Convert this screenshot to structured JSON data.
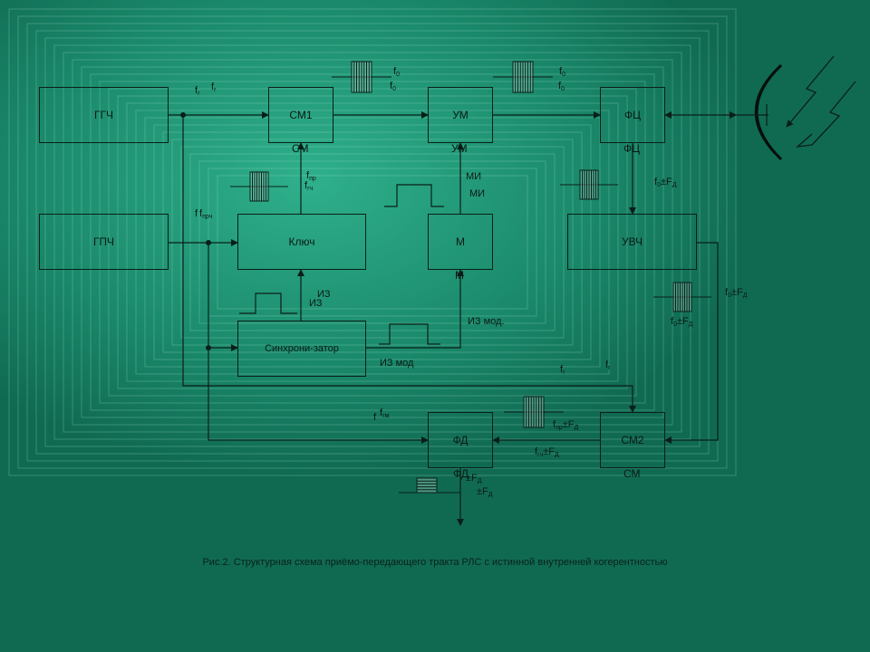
{
  "colors": {
    "background": "#106a52",
    "glow": "#2fae8a",
    "line": "#0a1f18"
  },
  "blocks": {
    "ggch": "ГГЧ",
    "sm1": "СМ1",
    "sm1_sub": "СМ",
    "um": "УМ",
    "um_sub": "УМ",
    "fc": "ФЦ",
    "fc_sub": "ФЦ",
    "gpch": "ГПЧ",
    "key": "Ключ",
    "m": "М",
    "m_sub": "М",
    "uvch": "УВЧ",
    "sync": "Синхрони-затор",
    "fd": "ФД",
    "fd_sub": "ФД",
    "sm2": "СМ2",
    "sm2_sub": "СМ"
  },
  "labels": {
    "mi": "МИ",
    "mi2": "МИ",
    "iz": "ИЗ",
    "iz2": "ИЗ",
    "izmod": "ИЗ мод.",
    "izmod2": "ИЗ мод",
    "f": "f",
    "f0": "0",
    "fg": "г",
    "fgch": "гч",
    "fpr": "пр",
    "fprch": "прч",
    "plus_fd": "±F",
    "fd_sub": "Д",
    "fgm": "гм"
  },
  "caption": "Рис.2. Структурная схема приёмо-передающего тракта РЛС с истинной внутренней когерентностью"
}
